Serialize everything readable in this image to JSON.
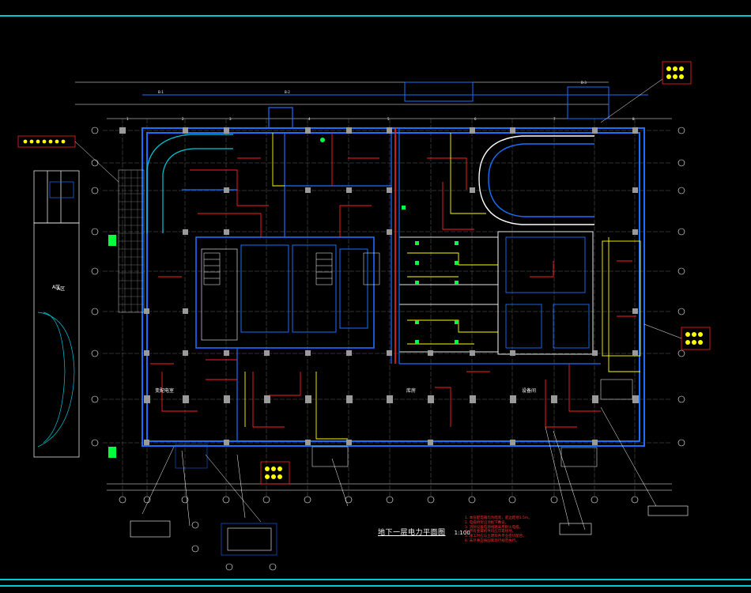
{
  "drawing": {
    "title": "地下一层电力平面图",
    "scale": "1:100",
    "rooms": [
      {
        "id": "r1",
        "label": "变配电室"
      },
      {
        "id": "r2",
        "label": "A区"
      },
      {
        "id": "r3",
        "label": "库房"
      },
      {
        "id": "r4",
        "label": "设备间"
      }
    ],
    "notes": [
      "1. 本层配电箱均为暗装，底边距地1.5m。",
      "2. 电缆桥架沿顶板下敷设。",
      "3. 消防设备电源线路采用耐火电缆。",
      "4. 所有金属构件均应可靠接地。",
      "5. 施工时应与土建及各专业密切配合。",
      "6. 未尽事宜按国家现行规范执行。"
    ]
  },
  "colors": {
    "background": "#000000",
    "frame": "#00c8d8",
    "wall": "#1a6fff",
    "circuit": "#ff2020",
    "yellow_circuit": "#ffff00",
    "green": "#00ff40",
    "grid": "#7a7a7a",
    "white": "#ffffff"
  }
}
